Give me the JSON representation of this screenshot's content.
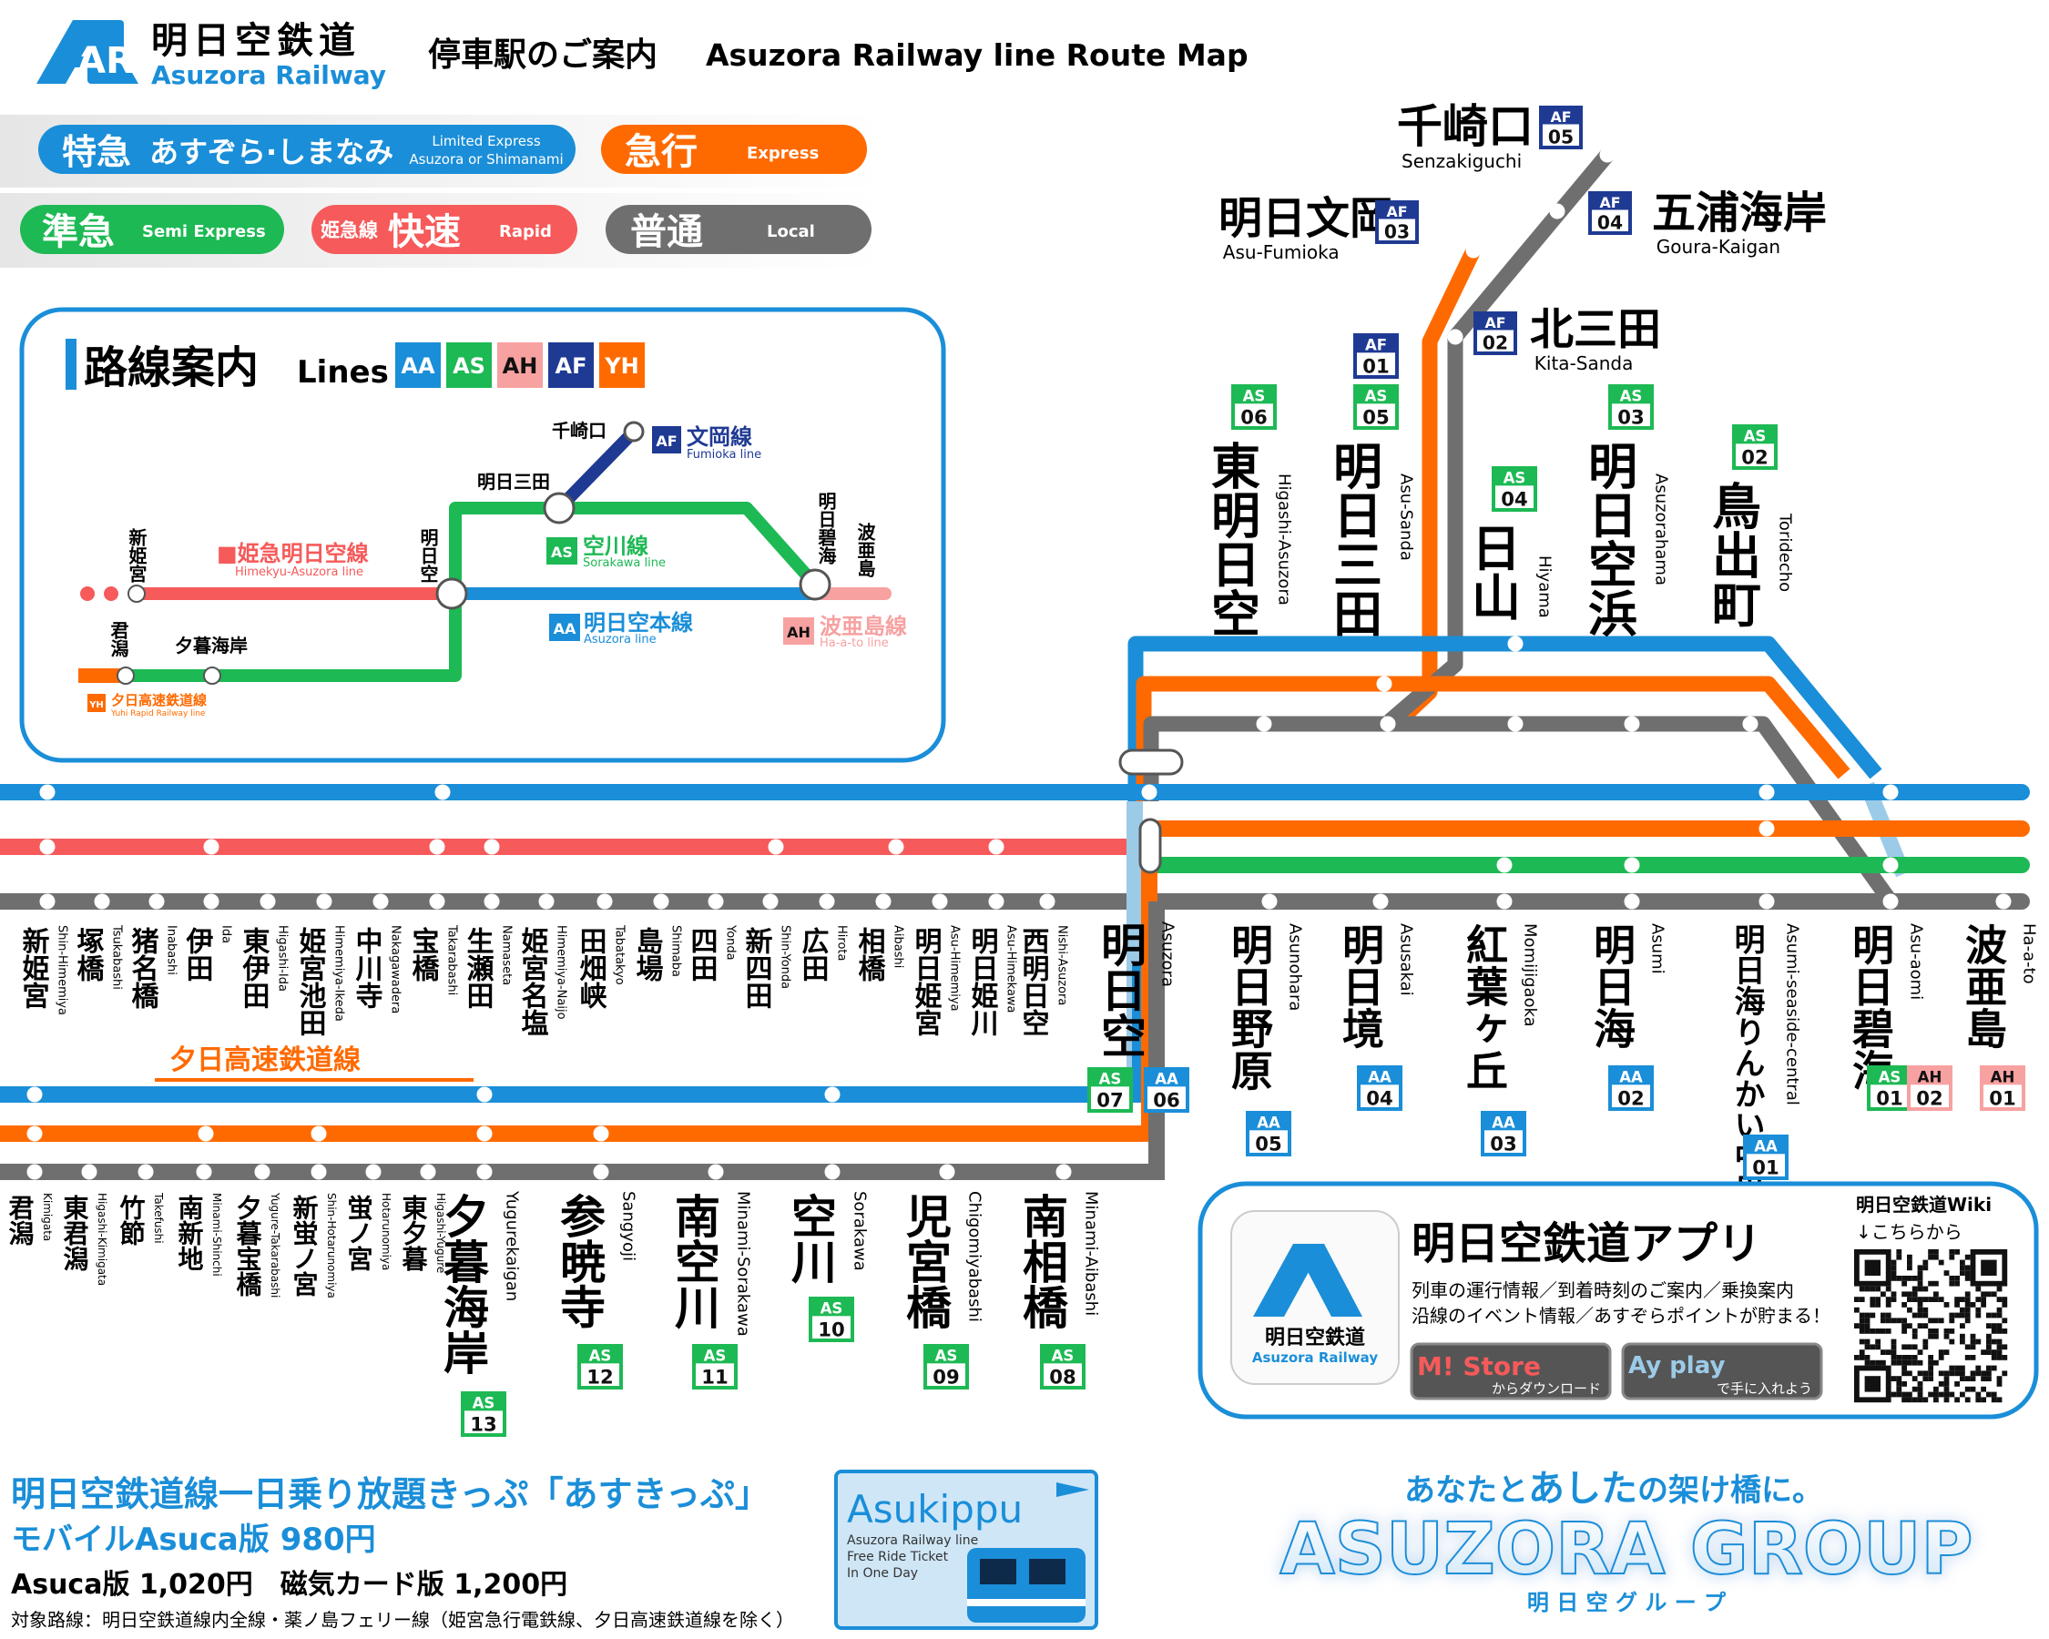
{
  "header": {
    "logo_mark": "AR",
    "company_jp": "明日空鉄道",
    "company_en": "Asuzora Railway",
    "title_jp": "停車駅のご案内",
    "title_en": "Asuzora Railway line Route Map"
  },
  "colors": {
    "blue": "#1a8ed8",
    "orange": "#ff6a00",
    "green": "#1db954",
    "red": "#f65a5a",
    "gray": "#6f6f6f",
    "navy": "#1f3a93",
    "pink": "#f7a1a1",
    "lightblue": "#9ccbe8"
  },
  "legend": [
    {
      "jp": "特急",
      "jp2": "あすぞら·しまなみ",
      "en": "Limited Express",
      "en2": "Asuzora or Shimanami",
      "color": "#1a8ed8"
    },
    {
      "jp": "急行",
      "en": "Express",
      "color": "#ff6a00"
    },
    {
      "jp": "準急",
      "en": "Semi Express",
      "color": "#1db954"
    },
    {
      "jp_prefix": "姫急線",
      "jp": "快速",
      "en": "Rapid",
      "color": "#f65a5a"
    },
    {
      "jp": "普通",
      "en": "Local",
      "color": "#6f6f6f"
    }
  ],
  "lines_box": {
    "title_jp": "路線案内",
    "title_en": "Lines",
    "badges": [
      "AA",
      "AS",
      "AH",
      "AF",
      "YH"
    ],
    "labels": {
      "senzakiguchi": "千崎口",
      "fumioka_code": "AF",
      "fumioka_jp": "文岡線",
      "fumioka_en": "Fumioka line",
      "asu_sanda": "明日三田",
      "shin_himemiya": "新姫宮",
      "asuzora": "明日空",
      "asu_aomi": "明日碧海",
      "haato": "波亜島",
      "himekyu_jp": "■姫急明日空線",
      "himekyu_en": "Himekyu-Asuzora line",
      "sorakawa_code": "AS",
      "sorakawa_jp": "空川線",
      "sorakawa_en": "Sorakawa line",
      "honsen_code": "AA",
      "honsen_jp": "明日空本線",
      "honsen_en": "Asuzora line",
      "haato_code": "AH",
      "haato_jp": "波亜島線",
      "haato_en": "Ha-a-to line",
      "kimigata": "君潟",
      "yugure_kaigan": "夕暮海岸",
      "yuhi_code": "YH",
      "yuhi_jp": "夕日高速鉄道線",
      "yuhi_en": "Yuhi Rapid Railway line"
    }
  },
  "north_stations": [
    {
      "jp": "千崎口",
      "en": "Senzakiguchi",
      "code": "AF",
      "num": "05"
    },
    {
      "jp": "五浦海岸",
      "en": "Goura-Kaigan",
      "code": "AF",
      "num": "04"
    },
    {
      "jp": "明日文岡",
      "en": "Asu-Fumioka",
      "code": "AF",
      "num": "03"
    },
    {
      "jp": "北三田",
      "en": "Kita-Sanda",
      "code": "AF",
      "num": "02"
    }
  ],
  "upper_stations": [
    {
      "jp": "東明日空",
      "en": "Higashi-Asuzora",
      "code": "AS",
      "num": "06"
    },
    {
      "jp": "明日三田",
      "en": "Asu-Sanda",
      "code": "AS",
      "num": "05",
      "code2": "AF",
      "num2": "01"
    },
    {
      "jp": "日山",
      "en": "Hiyama",
      "code": "AS",
      "num": "04"
    },
    {
      "jp": "明日空浜",
      "en": "Asuzorahama",
      "code": "AS",
      "num": "03"
    },
    {
      "jp": "鳥出町",
      "en": "Toridecho",
      "code": "AS",
      "num": "02"
    }
  ],
  "west_stations": [
    {
      "jp": "新姫宮",
      "en": "Shin-Himemiya"
    },
    {
      "jp": "塚橋",
      "en": "Tsukabashi"
    },
    {
      "jp": "猪名橋",
      "en": "Inabashi"
    },
    {
      "jp": "伊田",
      "en": "Ida"
    },
    {
      "jp": "東伊田",
      "en": "Higashi-Ida"
    },
    {
      "jp": "姫宮池田",
      "en": "Himemiya-Ikeda"
    },
    {
      "jp": "中川寺",
      "en": "Nakagawadera"
    },
    {
      "jp": "宝橋",
      "en": "Takarabashi"
    },
    {
      "jp": "生瀬田",
      "en": "Namaseta"
    },
    {
      "jp": "姫宮名塩",
      "en": "Himemiya-Naijo"
    },
    {
      "jp": "田畑峡",
      "en": "Tabatakyo"
    },
    {
      "jp": "島場",
      "en": "Shimaba"
    },
    {
      "jp": "四田",
      "en": "Yonda"
    },
    {
      "jp": "新四田",
      "en": "Shin-Yonda"
    },
    {
      "jp": "広田",
      "en": "Hirota"
    },
    {
      "jp": "相橋",
      "en": "Aibashi"
    },
    {
      "jp": "明日姫宮",
      "en": "Asu-Himemiya"
    },
    {
      "jp": "明日姫川",
      "en": "Asu-Himekawa"
    },
    {
      "jp": "西明日空",
      "en": "Nishi-Asuzora"
    }
  ],
  "hub_station": {
    "jp": "明日空",
    "en": "Asuzora",
    "code": "AS",
    "num": "07",
    "code2": "AA",
    "num2": "06"
  },
  "east_stations": [
    {
      "jp": "明日野原",
      "en": "Asunohara",
      "code": "AA",
      "num": "05"
    },
    {
      "jp": "明日境",
      "en": "Asusakai",
      "code": "AA",
      "num": "04"
    },
    {
      "jp": "紅葉ヶ丘",
      "en": "Momijigaoka",
      "code": "AA",
      "num": "03"
    },
    {
      "jp": "明日海",
      "en": "Asumi",
      "code": "AA",
      "num": "02"
    },
    {
      "jp": "明日海りんかい中央",
      "en": "Asumi-seaside-central",
      "code": "AA",
      "num": "01"
    },
    {
      "jp": "明日碧海",
      "en": "Asu-aomi",
      "code": "AS",
      "num": "01",
      "code2": "AH",
      "num2": "02"
    },
    {
      "jp": "波亜島",
      "en": "Ha-a-to",
      "code": "AH",
      "num": "01"
    }
  ],
  "yuhi_label": "夕日高速鉄道線",
  "south_stations": [
    {
      "jp": "君潟",
      "en": "Kimigata"
    },
    {
      "jp": "東君潟",
      "en": "Higashi-Kimigata"
    },
    {
      "jp": "竹節",
      "en": "Takefushi"
    },
    {
      "jp": "南新地",
      "en": "Minami-Shinchi"
    },
    {
      "jp": "夕暮宝橋",
      "en": "Yugure-Takarabashi"
    },
    {
      "jp": "新蛍ノ宮",
      "en": "Shin-Hotarunomiya"
    },
    {
      "jp": "蛍ノ宮",
      "en": "Hotarunomiya"
    },
    {
      "jp": "東夕暮",
      "en": "Higashi-Yugure"
    }
  ],
  "south_big_stations": [
    {
      "jp": "夕暮海岸",
      "en": "Yugurekaigan",
      "code": "AS",
      "num": "13"
    },
    {
      "jp": "参暁寺",
      "en": "Sangyoji",
      "code": "AS",
      "num": "12"
    },
    {
      "jp": "南空川",
      "en": "Minami-Sorakawa",
      "code": "AS",
      "num": "11"
    },
    {
      "jp": "空川",
      "en": "Sorakawa",
      "code": "AS",
      "num": "10"
    },
    {
      "jp": "児宮橋",
      "en": "Chigomiyabashi",
      "code": "AS",
      "num": "09"
    },
    {
      "jp": "南相橋",
      "en": "Minami-Aibashi",
      "code": "AS",
      "num": "08"
    }
  ],
  "app": {
    "icon_mark": "AR",
    "icon_jp": "明日空鉄道",
    "icon_en": "Asuzora Railway",
    "title": "明日空鉄道アプリ",
    "desc1": "列車の運行情報／到着時刻のご案内／乗換案内",
    "desc2": "沿線のイベント情報／あすぞらポイントが貯まる！",
    "store1_name": "M! Store",
    "store1_sub": "からダウンロード",
    "store2_name": "Ay play",
    "store2_sub": "で手に入れよう",
    "wiki_label": "明日空鉄道Wiki",
    "wiki_arrow": "↓こちらから"
  },
  "ticket": {
    "title": "明日空鉄道線一日乗り放題きっぷ「あすきっぷ」",
    "mobile": "モバイルAsuca版 980円",
    "prices": "Asuca版 1,020円　磁気カード版 1,200円",
    "note": "対象路線：明日空鉄道線内全線・薬ノ島フェリー線（姫宮急行電鉄線、夕日高速鉄道線を除く）",
    "card_title": "Asukippu",
    "card_l1": "Asuzora Railway line",
    "card_l2": "Free Ride Ticket",
    "card_l3": "In One Day"
  },
  "group": {
    "slogan_a": "あなたと",
    "slogan_b": "あした",
    "slogan_c": "の架け橋に。",
    "name": "ASUZORA GROUP",
    "name_jp": "明 日 空 グ ル ー プ"
  }
}
